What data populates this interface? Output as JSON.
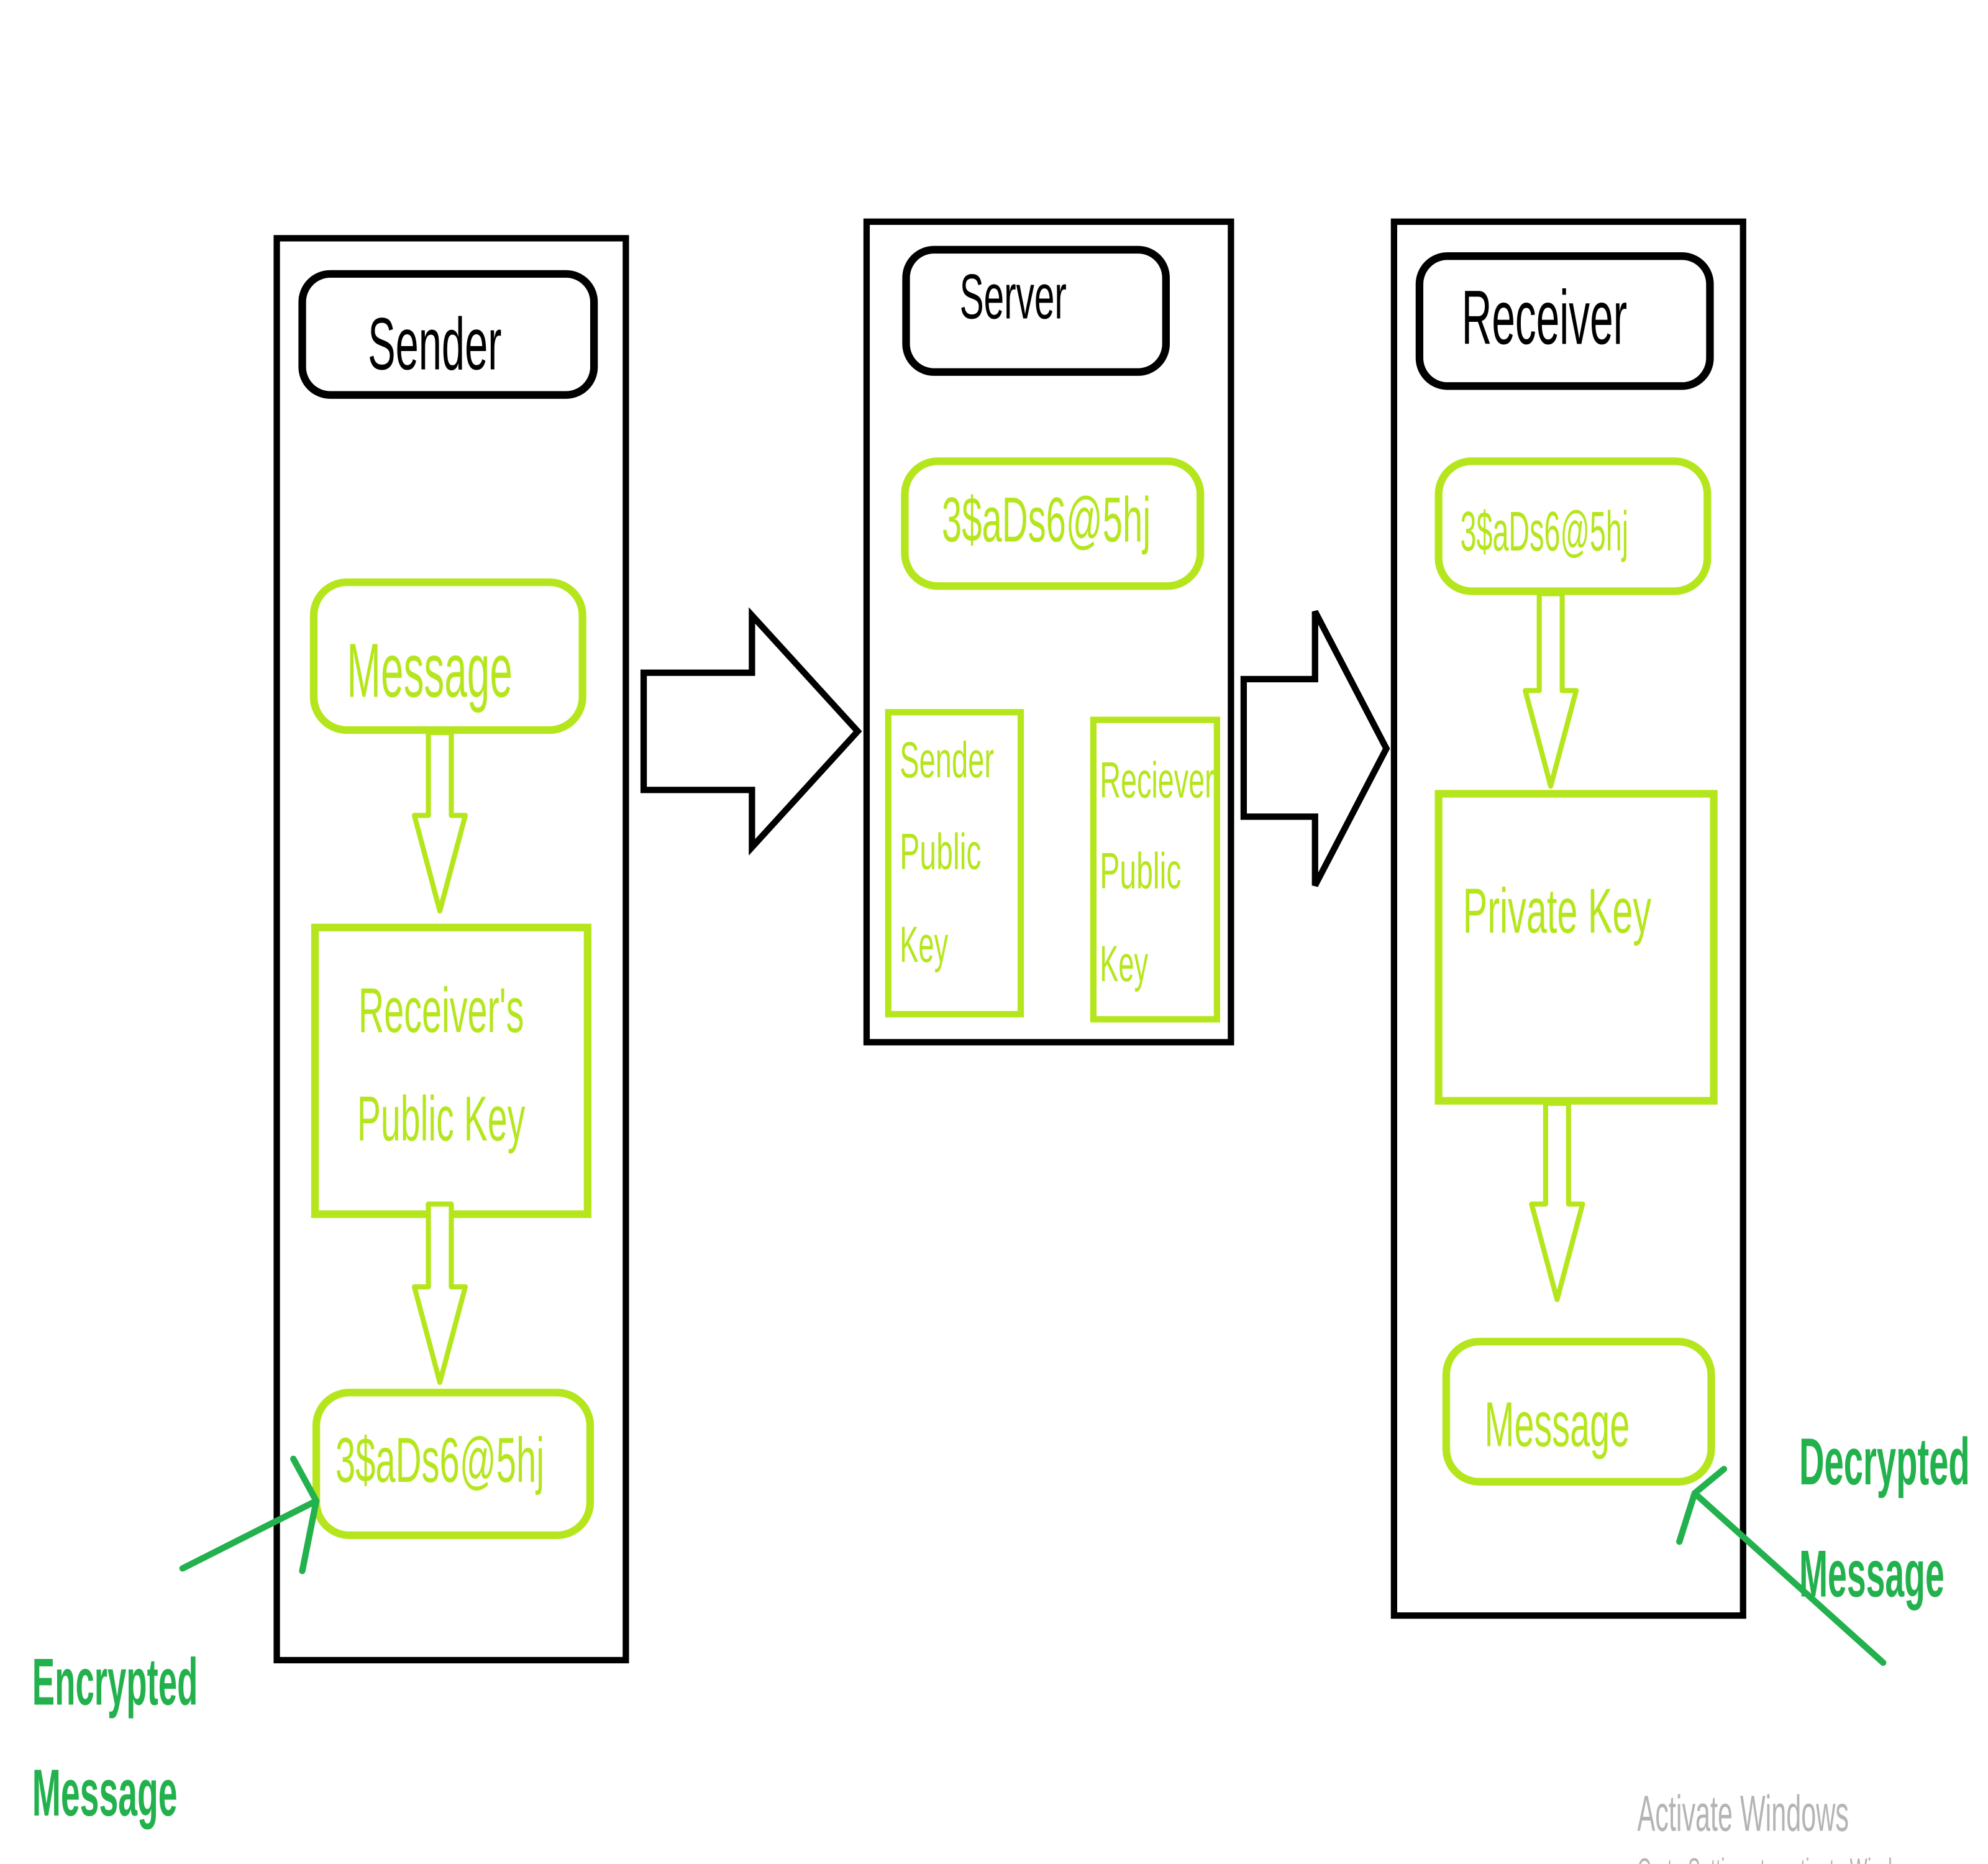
{
  "colors": {
    "stroke": "#000000",
    "lime": "#b5e61d",
    "green": "#22b14c",
    "watermark": "#b4b4b4"
  },
  "sender": {
    "title": "Sender",
    "message": "Message",
    "key_line1": "Receiver's",
    "key_line2": "Public Key",
    "cipher": "3$aDs6@5hj"
  },
  "server": {
    "title": "Server",
    "cipher": "3$aDs6@5hj",
    "sender_key": [
      "Sender",
      "Public",
      "Key"
    ],
    "receiver_key": [
      "Reciever",
      "Public",
      "Key"
    ]
  },
  "receiver": {
    "title": "Receiver",
    "cipher": "3$aDs6@5hj",
    "private_key": "Private Key",
    "message": "Message"
  },
  "annotations": {
    "encrypted": [
      "Encrypted",
      "Message"
    ],
    "decrypted": [
      "Decrypted",
      "Message"
    ]
  },
  "watermark": {
    "line1": "Activate Windows",
    "line2": "Go to Settings to activate Windows."
  }
}
